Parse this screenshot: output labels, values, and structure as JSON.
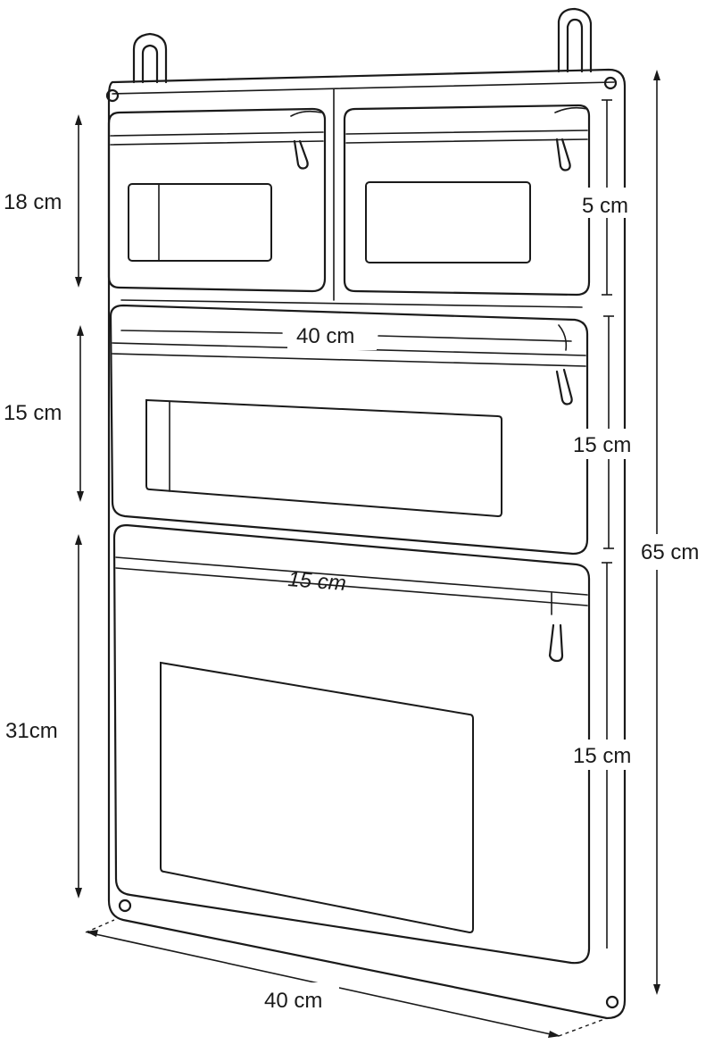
{
  "dimensions": {
    "top_pocket_height": "18 cm",
    "middle_pocket_height": "15 cm",
    "bottom_pocket_height": "31cm",
    "right_top_height": "5 cm",
    "right_middle_height": "15 cm",
    "right_bottom_height": "15 cm",
    "total_height": "65 cm",
    "middle_pocket_width": "40 cm",
    "bottom_pocket_zip_width": "15 cm",
    "total_width": "40 cm"
  },
  "colors": {
    "line": "#1a1a1a",
    "background": "#ffffff"
  }
}
